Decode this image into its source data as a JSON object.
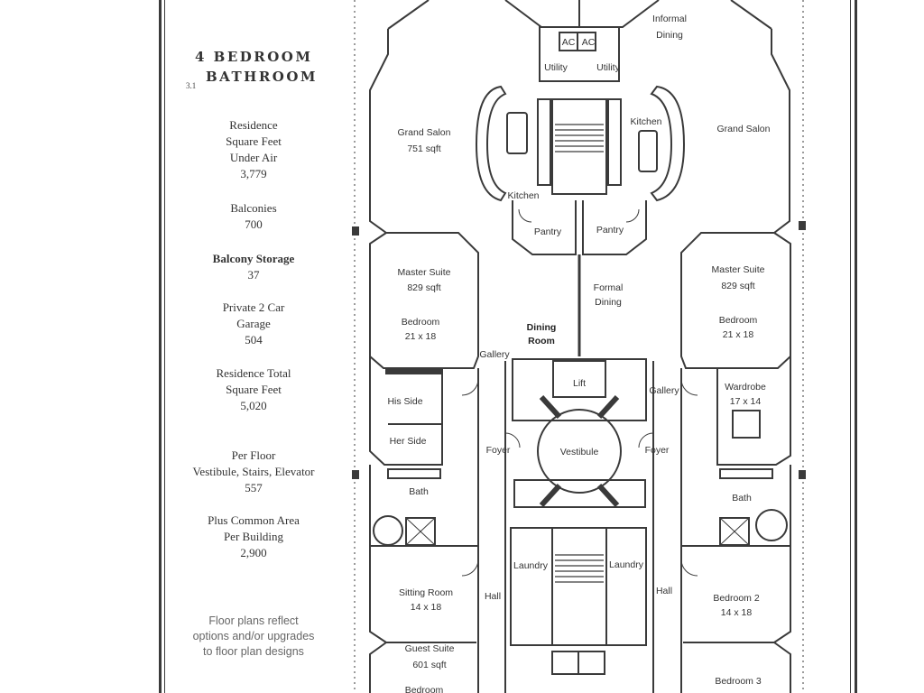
{
  "sidebar": {
    "title_line1": "4 BEDROOM",
    "title_line2": "BATHROOM",
    "plan_number": "3.1",
    "stats": [
      {
        "lines": [
          "Residence",
          "Square Feet",
          "Under Air",
          "3,779"
        ]
      },
      {
        "lines": [
          "Balconies",
          "700"
        ]
      },
      {
        "lines": [
          "Balcony Storage",
          "37"
        ]
      },
      {
        "lines": [
          "Private 2 Car",
          "Garage",
          "504"
        ]
      },
      {
        "lines": [
          "Residence Total",
          "Square Feet",
          "5,020"
        ]
      },
      {
        "lines": [
          "Per Floor",
          "Vestibule, Stairs, Elevator",
          "557"
        ]
      },
      {
        "lines": [
          "Plus Common Area",
          "Per Building",
          "2,900"
        ]
      }
    ],
    "disclaimer": [
      "Floor plans reflect",
      "options and/or upgrades",
      "to floor plan designs"
    ]
  },
  "rooms": {
    "informal_dining": [
      "Informal",
      "Dining"
    ],
    "ac_1": "AC",
    "ac_2": "AC",
    "utility_left": "Utility",
    "utility_right": "Utility",
    "grand_salon_left": [
      "Grand Salon",
      "751 sqft"
    ],
    "grand_salon_right": "Grand Salon",
    "kitchen_top": "Kitchen",
    "kitchen_bottom": "Kitchen",
    "pantry_left": "Pantry",
    "pantry_right": "Pantry",
    "master_suite_left": [
      "Master Suite",
      "829 sqft"
    ],
    "master_suite_right": [
      "Master Suite",
      "829 sqft"
    ],
    "bedroom_left": [
      "Bedroom",
      "21 x 18"
    ],
    "bedroom_right": [
      "Bedroom",
      "21 x 18"
    ],
    "formal_dining": [
      "Formal",
      "Dining"
    ],
    "dining_room": [
      "Dining",
      "Room"
    ],
    "gallery_left": "Gallery",
    "gallery_right": "Gallery",
    "lift": "Lift",
    "his_side": "His Side",
    "her_side": "Her Side",
    "wardrobe": [
      "Wardrobe",
      "17 x 14"
    ],
    "foyer_left": "Foyer",
    "foyer_right": "Foyer",
    "vestibule": "Vestibule",
    "bath_left": "Bath",
    "bath_right": "Bath",
    "laundry_left": "Laundry",
    "laundry_right": "Laundry",
    "sitting_room": [
      "Sitting Room",
      "14 x 18"
    ],
    "hall_left": "Hall",
    "hall_right": "Hall",
    "bedroom_2": [
      "Bedroom 2",
      "14 x 18"
    ],
    "guest_suite": [
      "Guest Suite",
      "601 sqft"
    ],
    "bedroom_3": "Bedroom 3",
    "bedroom_bottom_left": "Bedroom"
  },
  "colors": {
    "wall": "#3a3a3a",
    "text": "#333333",
    "fill_dark": "#2b2b2b"
  }
}
